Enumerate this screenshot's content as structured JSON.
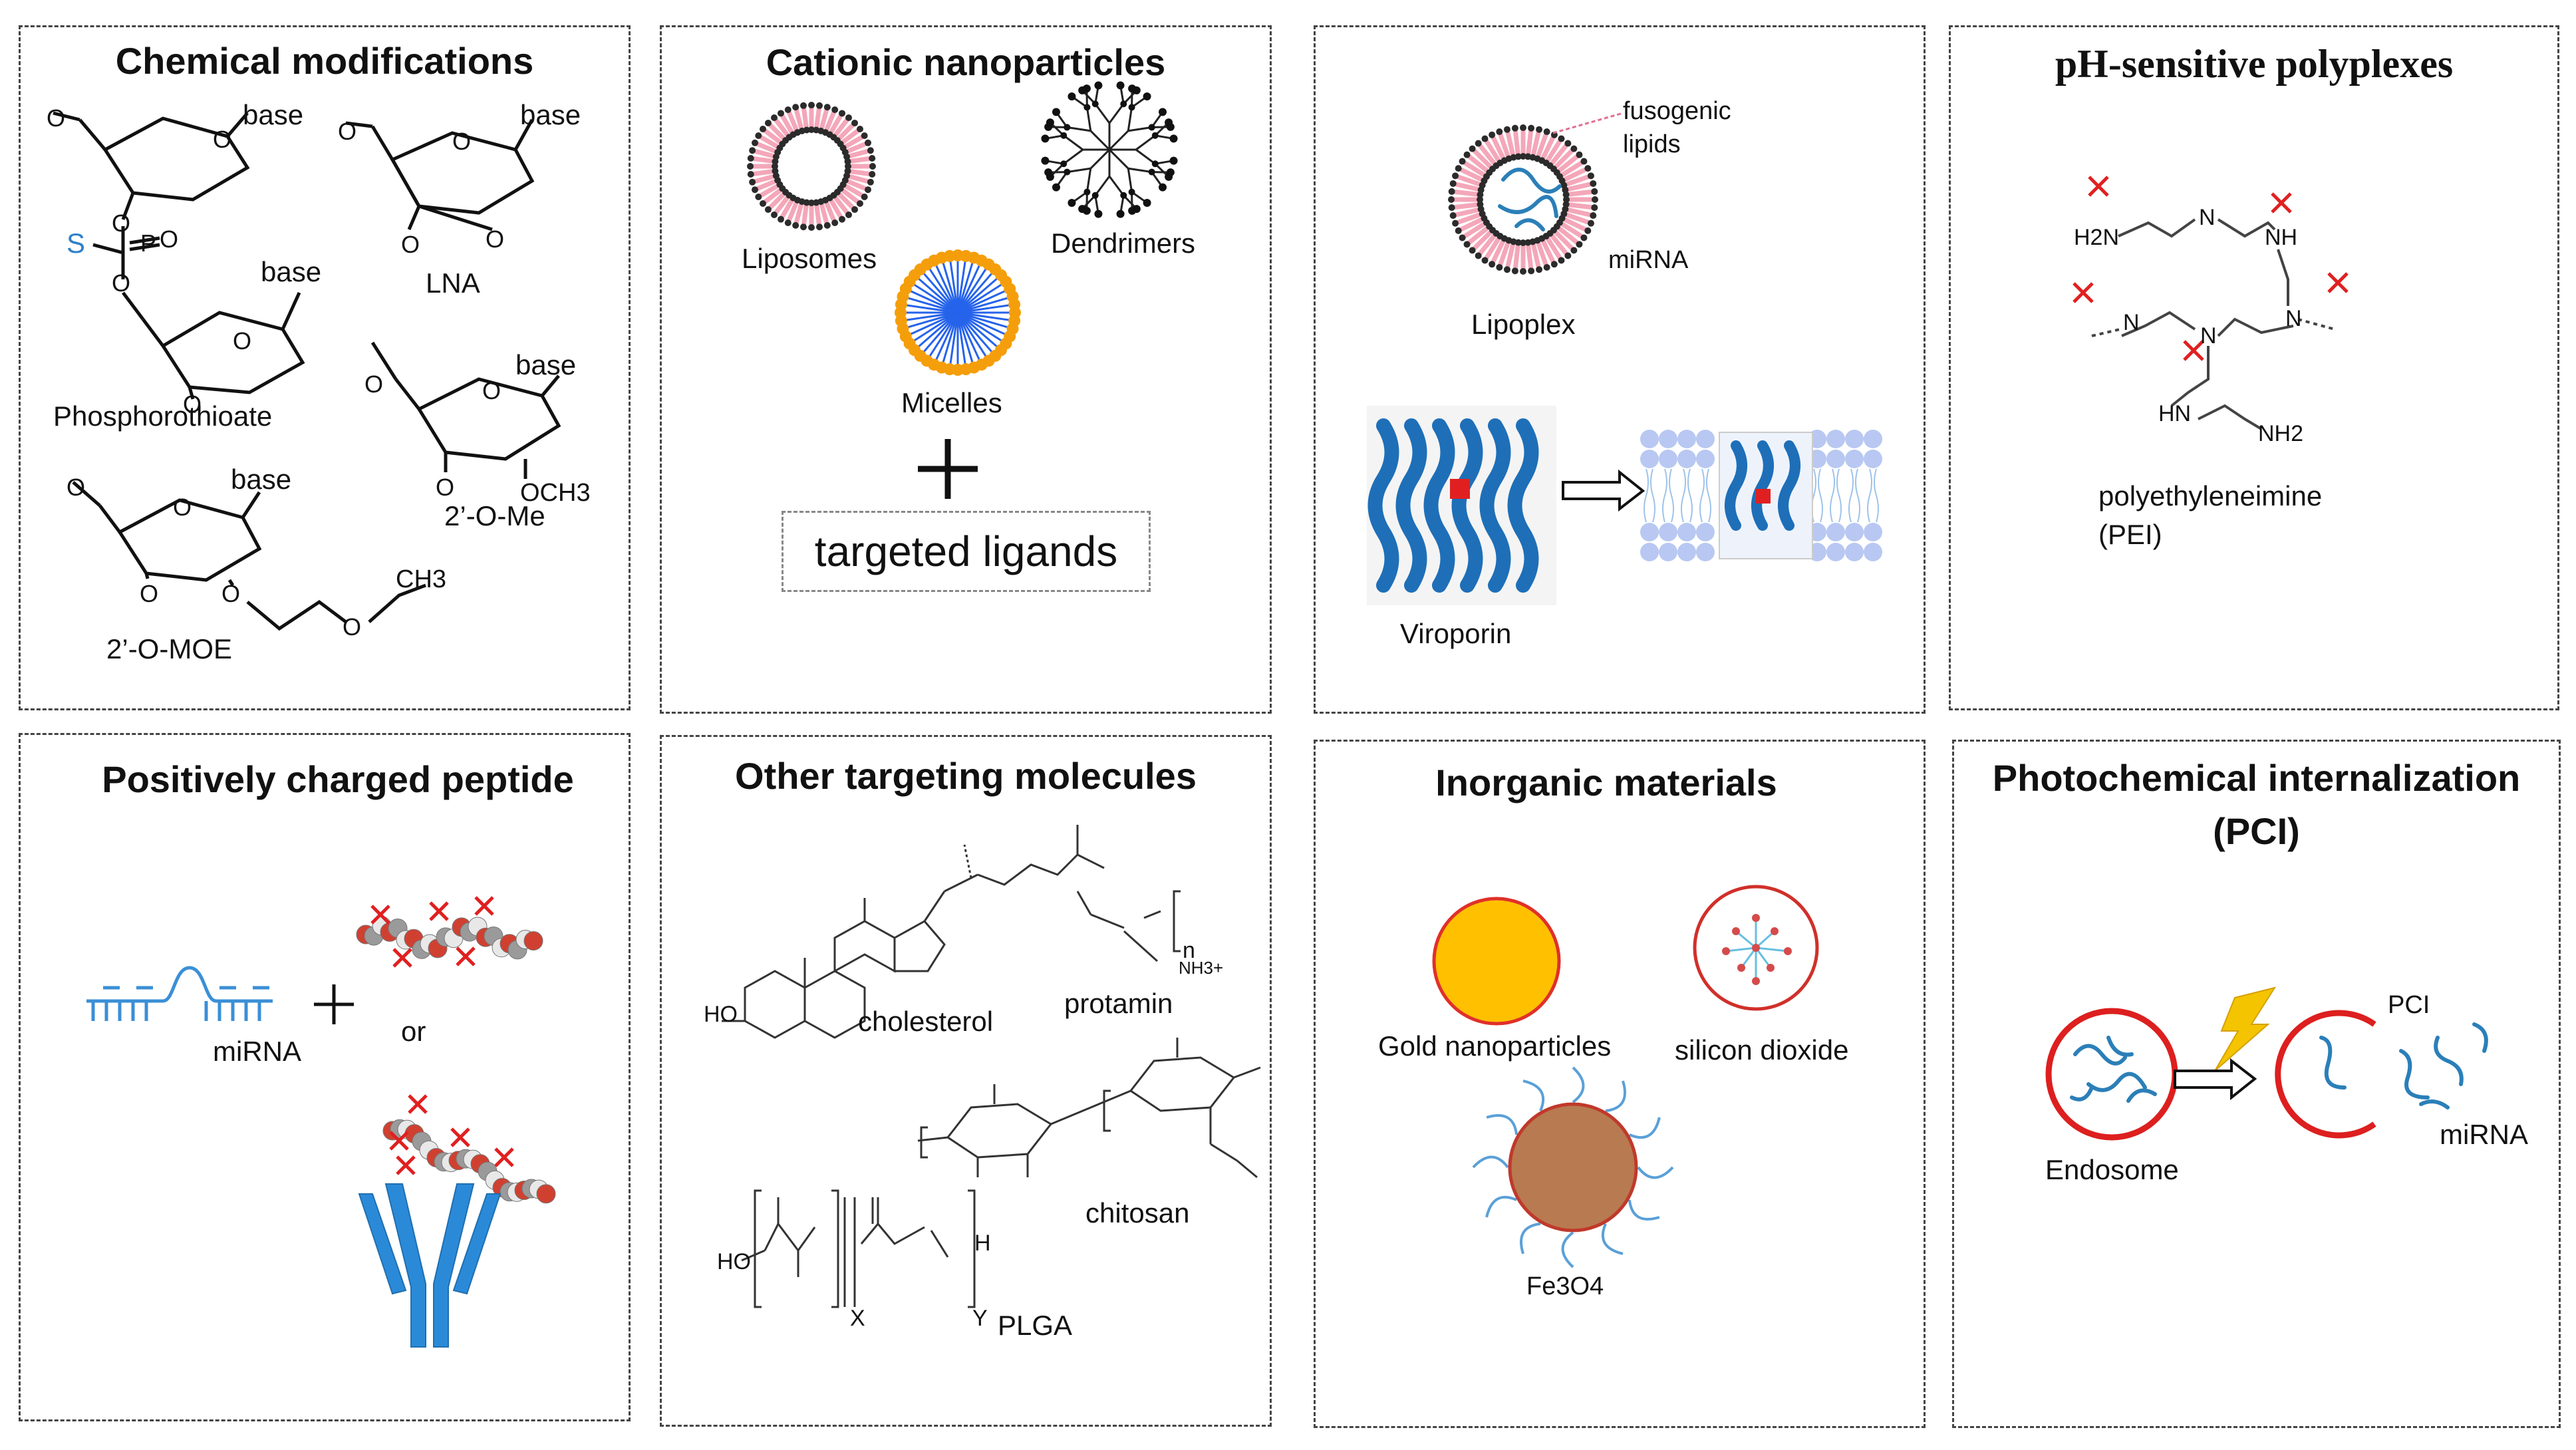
{
  "panels": {
    "chemical": {
      "title": "Chemical modifications",
      "labels": {
        "base1": "base",
        "base2": "base",
        "base3": "base",
        "base4": "base",
        "base5": "base",
        "s": "S",
        "lna": "LNA",
        "phosphorothioate": "Phosphorothioate",
        "och3": "OCH3",
        "ome": "2’-O-Me",
        "ch3": "CH3",
        "moe": "2’-O-MOE"
      }
    },
    "cationic": {
      "title": "Cationic nanoparticles",
      "labels": {
        "liposomes": "Liposomes",
        "dendrimers": "Dendrimers",
        "micelles": "Micelles"
      },
      "ligands": "targeted ligands"
    },
    "lipoplex": {
      "labels": {
        "fusogenic": "fusogenic",
        "lipids": "lipids",
        "mirna": "miRNA",
        "lipoplex": "Lipoplex",
        "viroporin": "Viroporin"
      }
    },
    "ph": {
      "title": "pH-sensitive polyplexes",
      "labels": {
        "h2n": "H2N",
        "n": "N",
        "nh": "NH",
        "hn": "HN",
        "nh2": "NH2",
        "pei1": "polyethyleneimine",
        "pei2": "(PEI)"
      }
    },
    "peptide": {
      "title": "Positively charged peptide",
      "labels": {
        "mirna": "miRNA",
        "or": "or"
      }
    },
    "targeting": {
      "title": "Other targeting molecules",
      "labels": {
        "cholesterol": "cholesterol",
        "protamin": "protamin",
        "chitosan": "chitosan",
        "plga": "PLGA",
        "ho1": "HO",
        "ho2": "HO",
        "h": "H",
        "x": "X",
        "y": "Y",
        "n": "n",
        "nh3": "NH3+"
      }
    },
    "inorganic": {
      "title": "Inorganic materials",
      "labels": {
        "gold": "Gold nanoparticles",
        "silicon": "silicon dioxide",
        "fe3o4": "Fe3O4"
      }
    },
    "pci": {
      "title1": "Photochemical internalization",
      "title2": "(PCI)",
      "labels": {
        "endosome": "Endosome",
        "pci": "PCI",
        "mirna": "miRNA"
      }
    }
  },
  "colors": {
    "pink": "#f4a7b9",
    "dark_dot": "#2b2b2b",
    "blue": "#2563eb",
    "orange": "#f59e0b",
    "gold_fill": "#ffc000",
    "gold_stroke": "#e0302a",
    "fe_fill": "#b87a50",
    "fe_stroke": "#c0392b",
    "light_blue": "#7fb3e0",
    "red": "#e02020",
    "lightning": "#f5c400",
    "membrane": "#b8c8f2"
  }
}
